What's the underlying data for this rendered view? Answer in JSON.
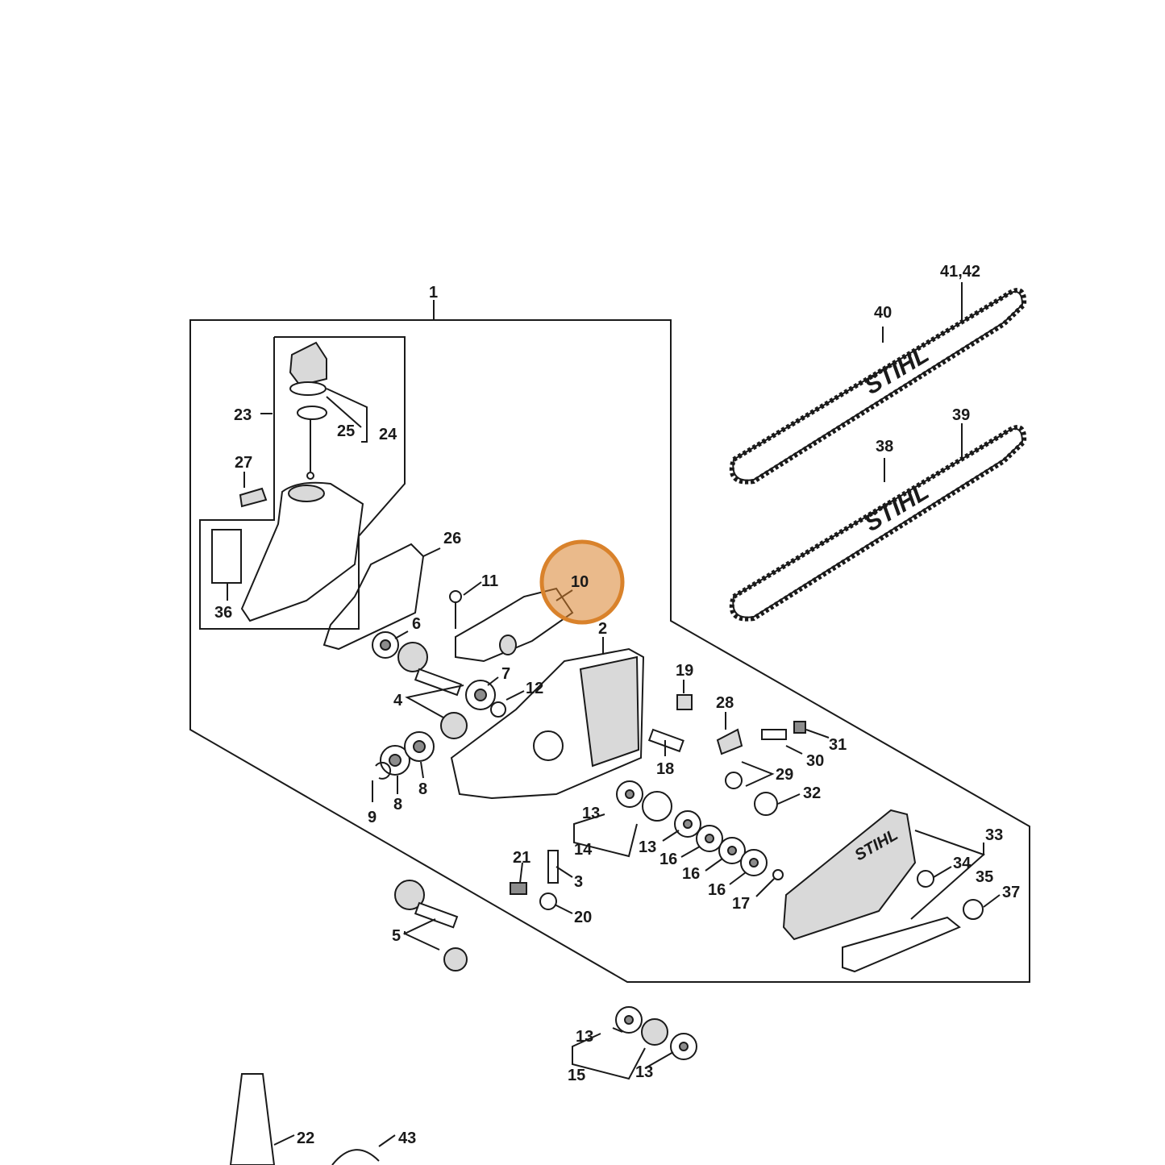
{
  "highlight_color": "#d9822b",
  "brand_logo": "STIHL",
  "labels": {
    "l1": "1",
    "l2": "2",
    "l3": "3",
    "l4": "4",
    "l5": "5",
    "l6": "6",
    "l7": "7",
    "l8a": "8",
    "l8b": "8",
    "l9": "9",
    "l10": "10",
    "l11": "11",
    "l12": "12",
    "l13a": "13",
    "l13b": "13",
    "l13c": "13",
    "l13d": "13",
    "l14": "14",
    "l15": "15",
    "l16a": "16",
    "l16b": "16",
    "l16c": "16",
    "l17": "17",
    "l18": "18",
    "l19": "19",
    "l20": "20",
    "l21": "21",
    "l22": "22",
    "l23": "23",
    "l24": "24",
    "l25": "25",
    "l26": "26",
    "l27": "27",
    "l28": "28",
    "l29": "29",
    "l30": "30",
    "l31": "31",
    "l32": "32",
    "l33": "33",
    "l34": "34",
    "l35": "35",
    "l36": "36",
    "l37": "37",
    "l38": "38",
    "l39": "39",
    "l40": "40",
    "l4142": "41,42",
    "l43": "43"
  }
}
